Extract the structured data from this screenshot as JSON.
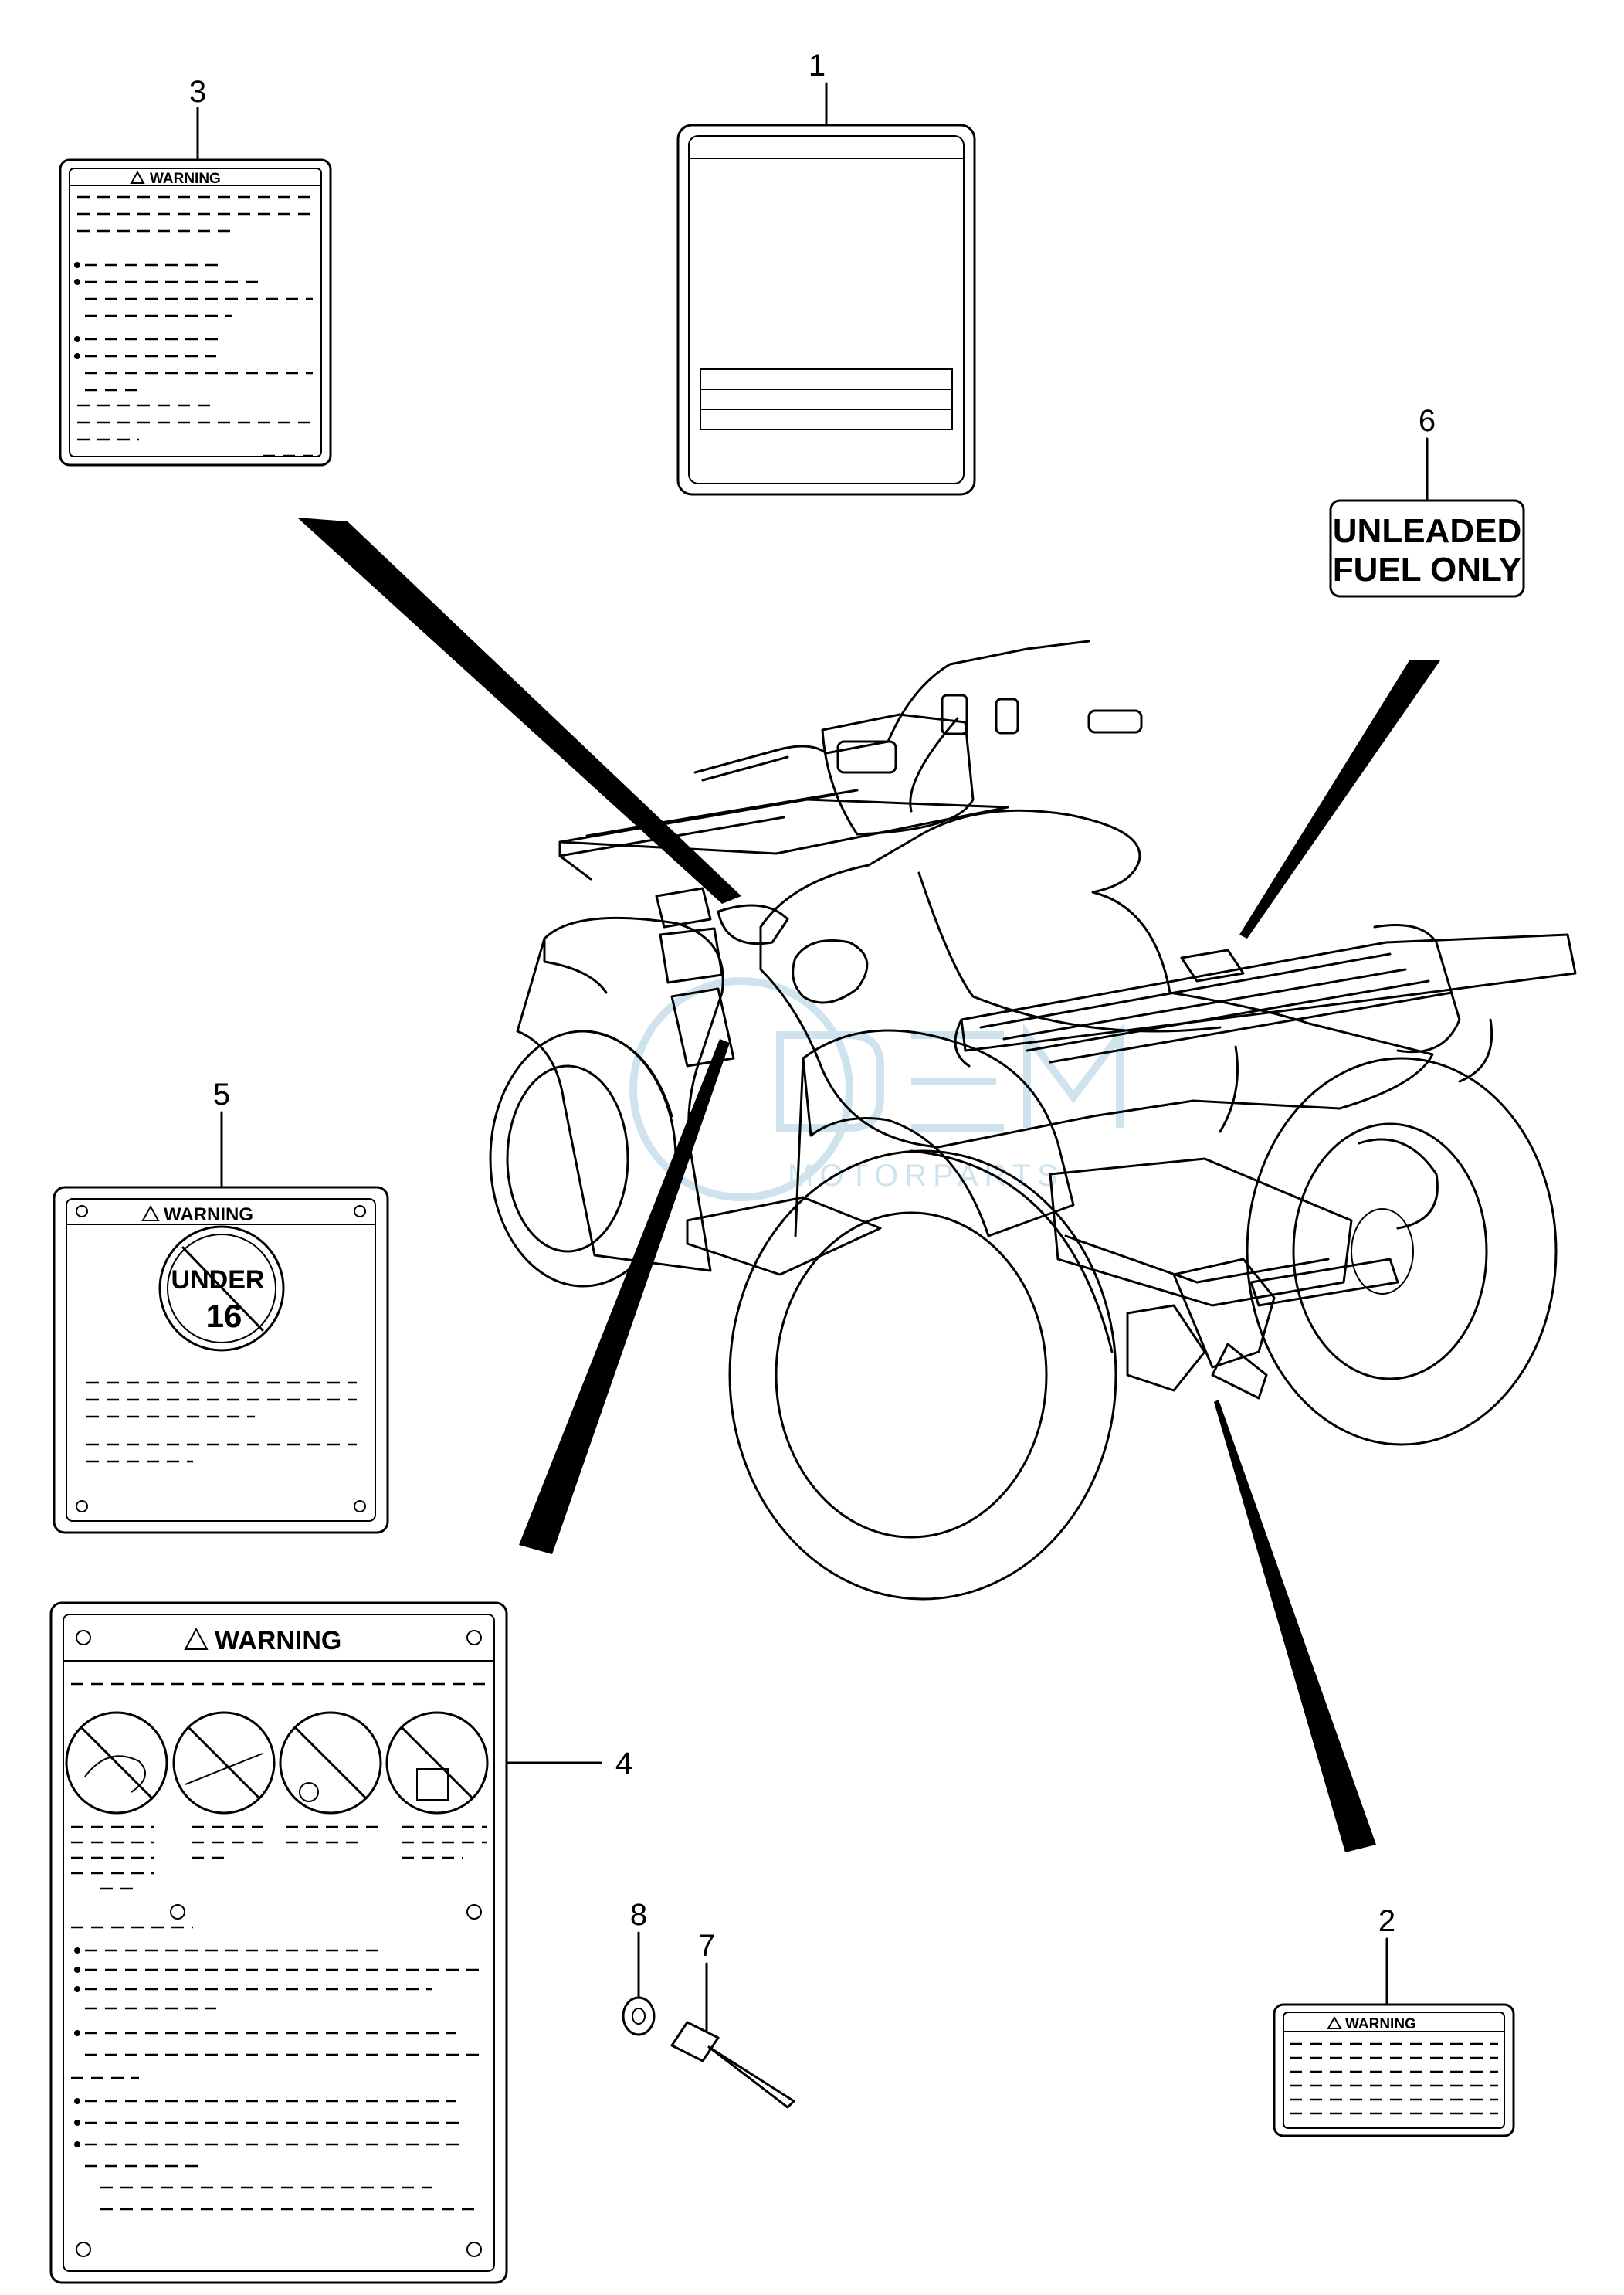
{
  "labels": {
    "warning": "WARNING",
    "unleaded_line1": "UNLEADED",
    "unleaded_line2": "FUEL ONLY",
    "under_top": "UNDER",
    "under_age": "16"
  },
  "callouts": {
    "c1": "1",
    "c2": "2",
    "c3": "3",
    "c4": "4",
    "c5": "5",
    "c6": "6",
    "c7": "7",
    "c8": "8"
  },
  "watermark": {
    "sub": "MOTORPARTS"
  },
  "colors": {
    "line": "#000000",
    "background": "#ffffff",
    "watermark": "#cfe3ee"
  }
}
